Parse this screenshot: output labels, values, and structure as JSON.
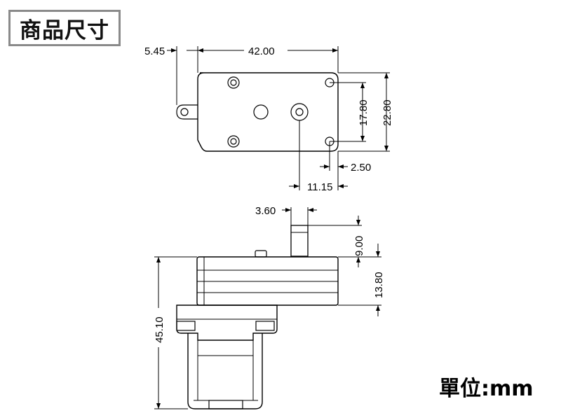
{
  "title": "商品尺寸",
  "unit_label": "單位:mm",
  "dimensions": {
    "offset_ear": "5.45",
    "body_length": "42.00",
    "hole_spacing": "17.80",
    "body_height": "22.80",
    "hole_offset": "2.50",
    "shaft_offset": "11.15",
    "shaft_diameter": "3.60",
    "shaft_length": "9.00",
    "gearbox_thickness": "13.80",
    "total_height": "45.10"
  },
  "colors": {
    "line": "#000000",
    "title_border": "#8a8a8a"
  }
}
